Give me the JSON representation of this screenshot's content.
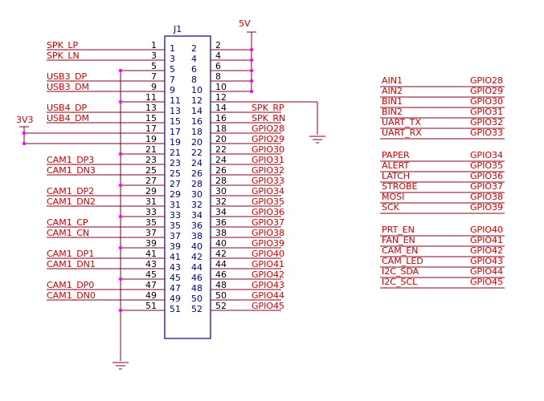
{
  "connector": {
    "ref": "J1",
    "pins": [
      {
        "n": 1,
        "net": "SPK_LP"
      },
      {
        "n": 2,
        "net": "5V"
      },
      {
        "n": 3,
        "net": "SPK_LN"
      },
      {
        "n": 4,
        "net": "5V"
      },
      {
        "n": 5,
        "net": "GND"
      },
      {
        "n": 6,
        "net": "5V"
      },
      {
        "n": 7,
        "net": "USB3_DP"
      },
      {
        "n": 8,
        "net": "5V"
      },
      {
        "n": 9,
        "net": "USB3_DM"
      },
      {
        "n": 10,
        "net": "5V"
      },
      {
        "n": 11,
        "net": "GND"
      },
      {
        "n": 12,
        "net": "GND"
      },
      {
        "n": 13,
        "net": "USB4_DP"
      },
      {
        "n": 14,
        "net": "SPK_RP"
      },
      {
        "n": 15,
        "net": "USB4_DM"
      },
      {
        "n": 16,
        "net": "SPK_RN"
      },
      {
        "n": 17,
        "net": "3V3"
      },
      {
        "n": 18,
        "net": "GPIO28"
      },
      {
        "n": 19,
        "net": "3V3"
      },
      {
        "n": 20,
        "net": "GPIO29"
      },
      {
        "n": 21,
        "net": "GND"
      },
      {
        "n": 22,
        "net": "GPIO30"
      },
      {
        "n": 23,
        "net": "CAM1_DP3"
      },
      {
        "n": 24,
        "net": "GPIO31"
      },
      {
        "n": 25,
        "net": "CAM1_DN3"
      },
      {
        "n": 26,
        "net": "GPIO32"
      },
      {
        "n": 27,
        "net": "GND"
      },
      {
        "n": 28,
        "net": "GPIO33"
      },
      {
        "n": 29,
        "net": "CAM1_DP2"
      },
      {
        "n": 30,
        "net": "GPIO34"
      },
      {
        "n": 31,
        "net": "CAM1_DN2"
      },
      {
        "n": 32,
        "net": "GPIO35"
      },
      {
        "n": 33,
        "net": "GND"
      },
      {
        "n": 34,
        "net": "GPIO36"
      },
      {
        "n": 35,
        "net": "CAM1_CP"
      },
      {
        "n": 36,
        "net": "GPIO37"
      },
      {
        "n": 37,
        "net": "CAM1_CN"
      },
      {
        "n": 38,
        "net": "GPIO38"
      },
      {
        "n": 39,
        "net": "GND"
      },
      {
        "n": 40,
        "net": "GPIO39"
      },
      {
        "n": 41,
        "net": "CAM1_DP1"
      },
      {
        "n": 42,
        "net": "GPIO40"
      },
      {
        "n": 43,
        "net": "CAM1_DN1"
      },
      {
        "n": 44,
        "net": "GPIO41"
      },
      {
        "n": 45,
        "net": "GND"
      },
      {
        "n": 46,
        "net": "GPIO42"
      },
      {
        "n": 47,
        "net": "CAM1_DP0"
      },
      {
        "n": 48,
        "net": "GPIO43"
      },
      {
        "n": 49,
        "net": "CAM1_DN0"
      },
      {
        "n": 50,
        "net": "GPIO44"
      },
      {
        "n": 51,
        "net": "GND"
      },
      {
        "n": 52,
        "net": "GPIO45"
      }
    ]
  },
  "power_labels": {
    "vcc5": "5V",
    "vcc33": "3V3"
  },
  "signal_map": [
    {
      "signal": "AIN1",
      "gpio": "GPIO28"
    },
    {
      "signal": "AIN2",
      "gpio": "GPIO29"
    },
    {
      "signal": "BIN1",
      "gpio": "GPIO30"
    },
    {
      "signal": "BIN2",
      "gpio": "GPIO31"
    },
    {
      "signal": "UART_TX",
      "gpio": "GPIO32"
    },
    {
      "signal": "UART_RX",
      "gpio": "GPIO33"
    },
    {
      "signal": "PAPER",
      "gpio": "GPIO34"
    },
    {
      "signal": "ALERT",
      "gpio": "GPIO35"
    },
    {
      "signal": "LATCH",
      "gpio": "GPIO36"
    },
    {
      "signal": "STROBE",
      "gpio": "GPIO37"
    },
    {
      "signal": "MOSI",
      "gpio": "GPIO38"
    },
    {
      "signal": "SCK",
      "gpio": "GPIO39"
    },
    {
      "signal": "PRT_EN",
      "gpio": "GPIO40"
    },
    {
      "signal": "FAN_EN",
      "gpio": "GPIO41"
    },
    {
      "signal": "CAM_EN",
      "gpio": "GPIO42"
    },
    {
      "signal": "CAM_LED",
      "gpio": "GPIO43"
    },
    {
      "signal": "I2C_SDA",
      "gpio": "GPIO44"
    },
    {
      "signal": "I2C_SCL",
      "gpio": "GPIO45"
    }
  ],
  "colors": {
    "net": "#cc0000",
    "wire": "#800020",
    "body": "#000080",
    "junction": "#ff00ff"
  }
}
